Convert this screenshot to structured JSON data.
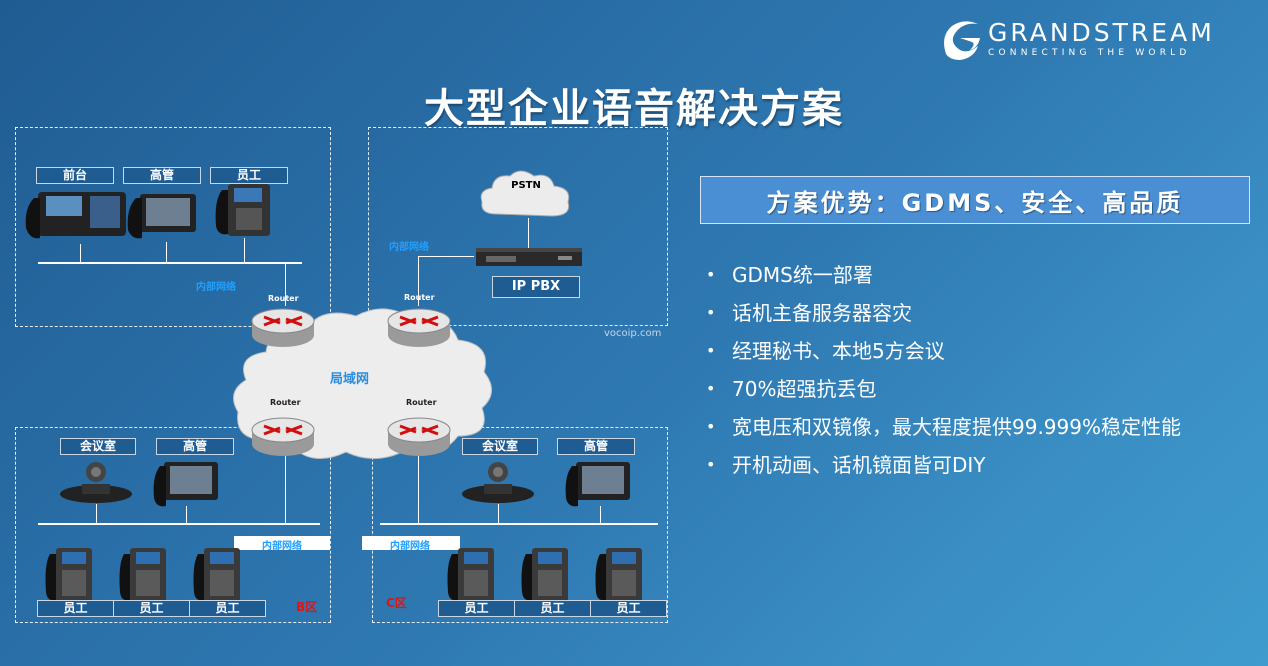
{
  "brand": {
    "name": "GRANDSTREAM",
    "tagline": "CONNECTING THE WORLD"
  },
  "title": "大型企业语音解决方案",
  "advantage": "方案优势：GDMS、安全、高品质",
  "bullets": [
    "GDMS统一部署",
    "话机主备服务器容灾",
    "经理秘书、本地5方会议",
    "70%超强抗丢包",
    "宽电压和双镜像，最大程度提供99.999%稳定性能",
    "开机动画、话机镜面皆可DIY"
  ],
  "diagram": {
    "top_left_labels": [
      "前台",
      "高管",
      "员工"
    ],
    "intranet": "内部网络",
    "router": "Router",
    "pstn": "PSTN",
    "ip_pbx": "IP PBX",
    "lan": "局域网",
    "watermark": "vocoip.com",
    "bottom_left_labels": [
      "会议室",
      "高管"
    ],
    "bottom_right_labels": [
      "会议室",
      "高管"
    ],
    "staff": "员工",
    "site_b": "B区",
    "site_c": "C区"
  }
}
